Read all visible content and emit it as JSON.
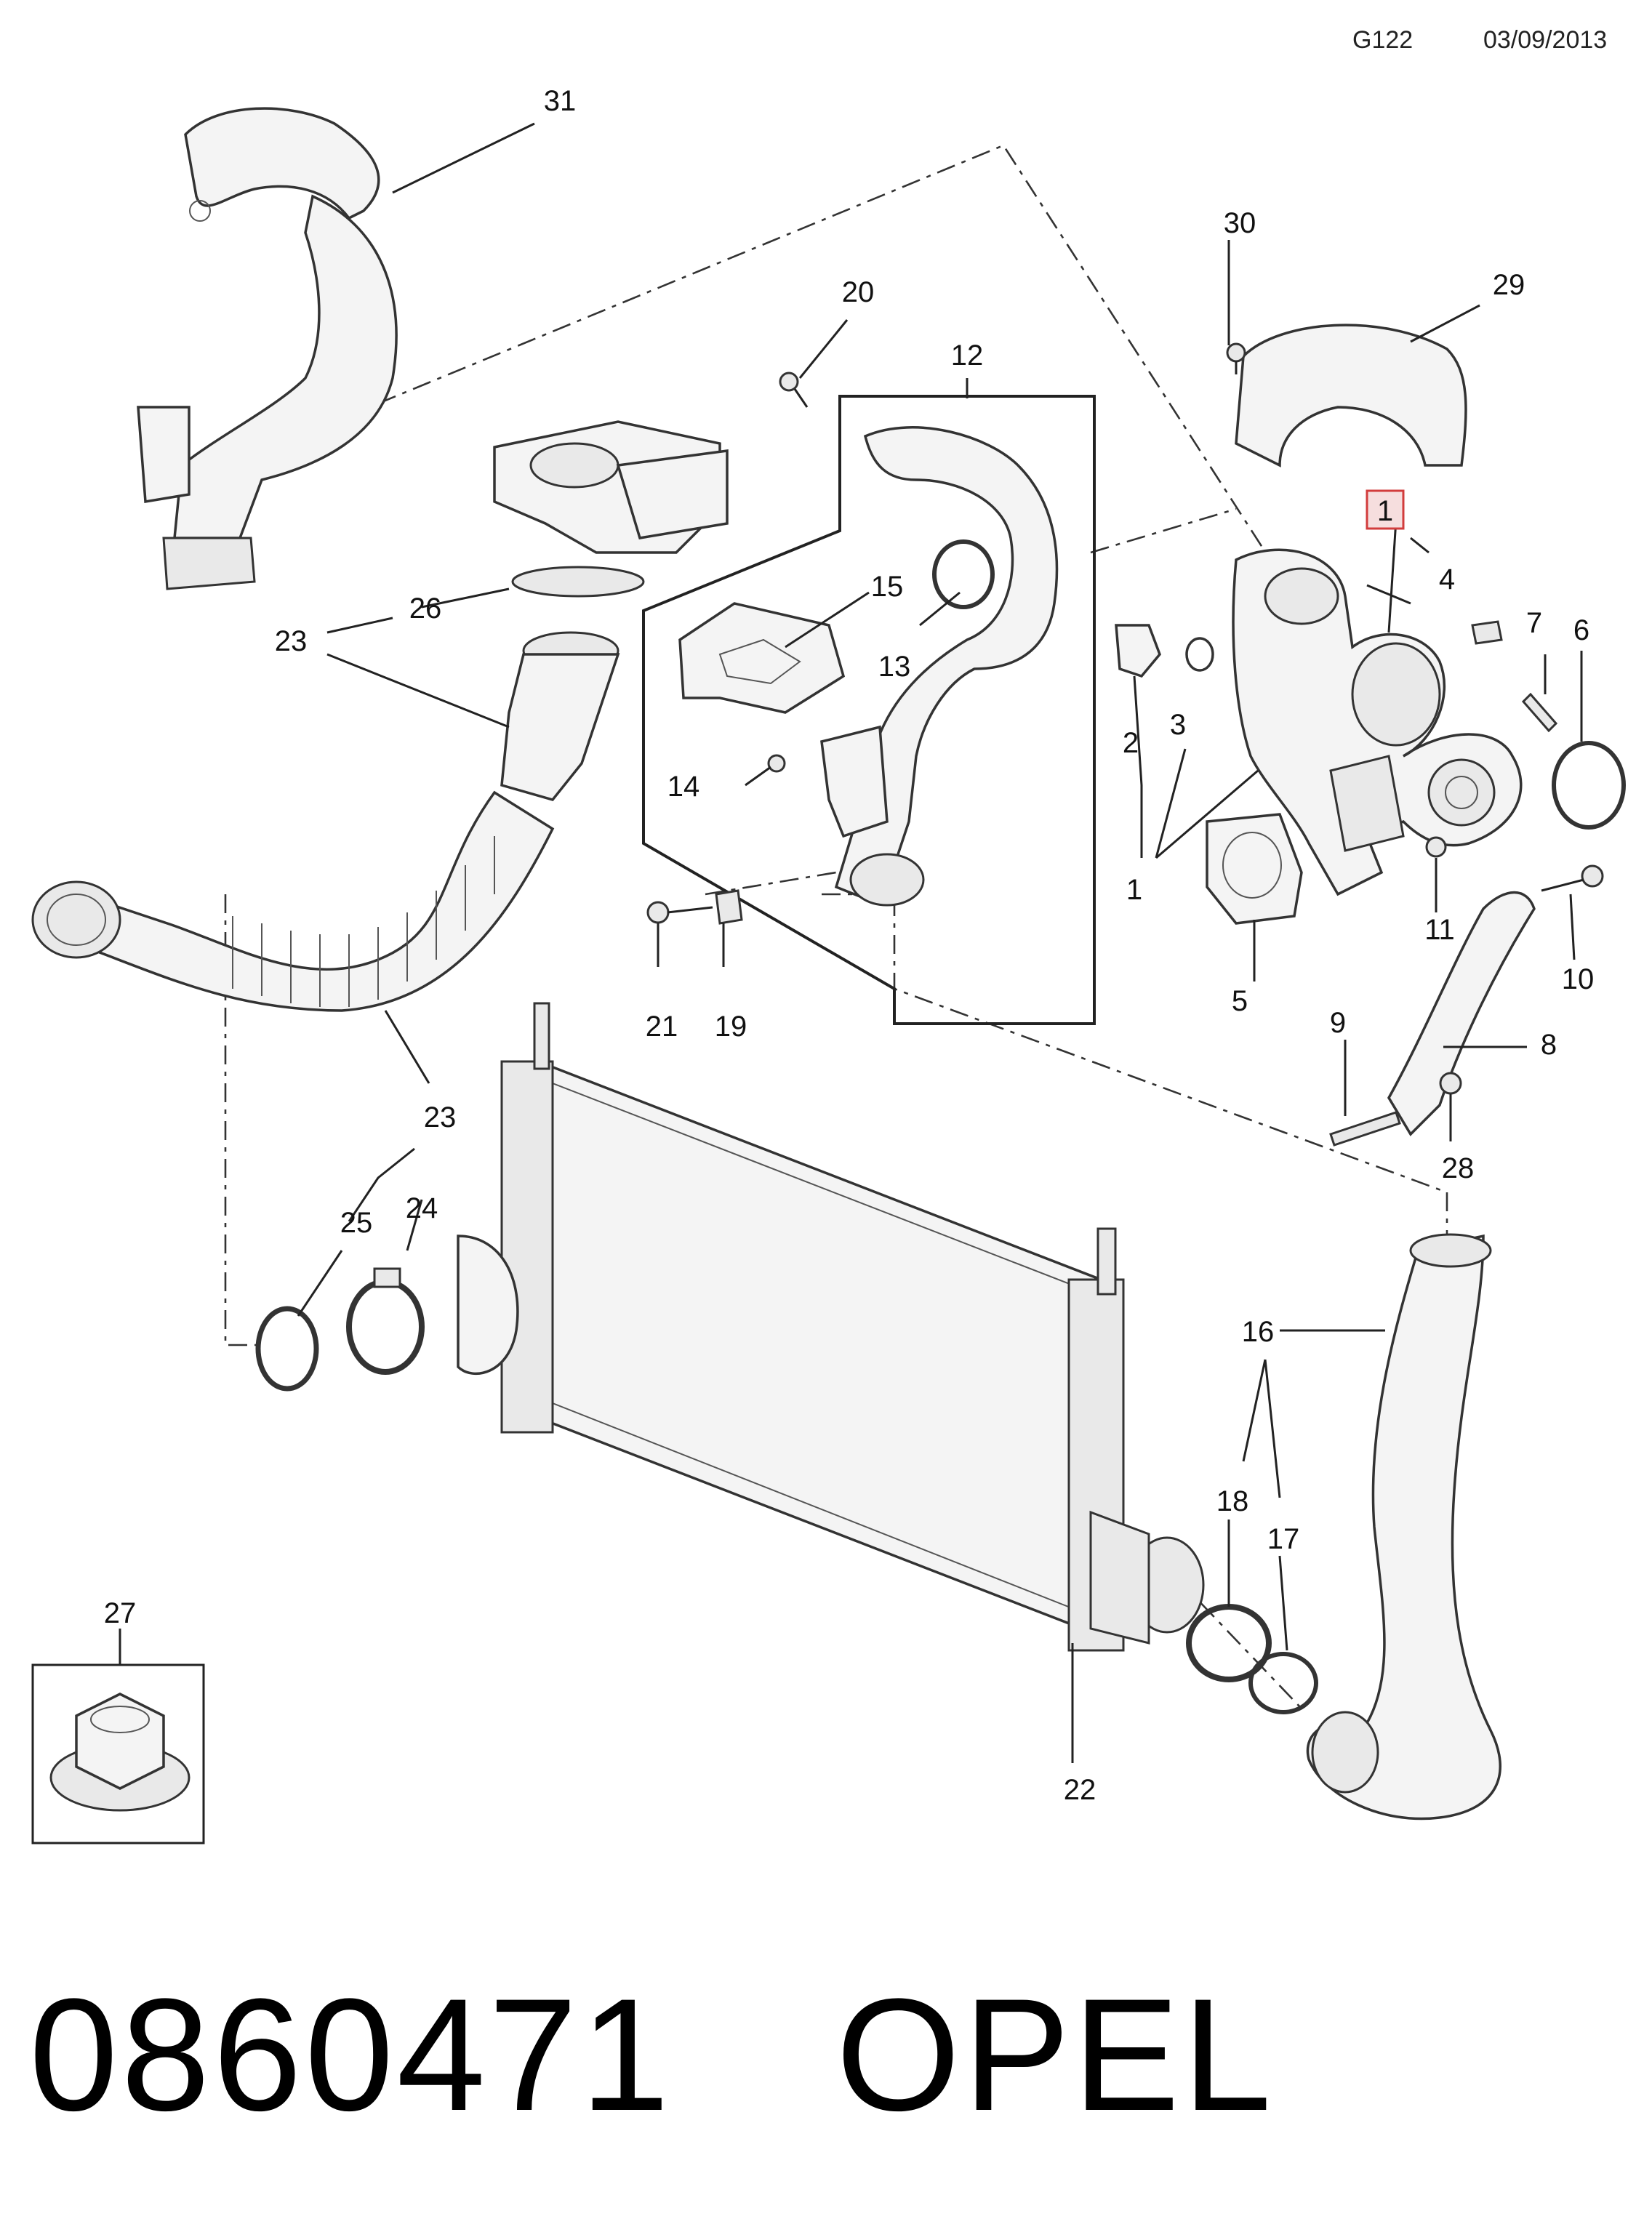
{
  "header": {
    "code": "G122",
    "date": "03/09/2013"
  },
  "callouts": [
    "1",
    "2",
    "3",
    "4",
    "5",
    "6",
    "7",
    "8",
    "9",
    "10",
    "11",
    "12",
    "13",
    "14",
    "15",
    "16",
    "17",
    "18",
    "19",
    "20",
    "21",
    "22",
    "23",
    "24",
    "25",
    "26",
    "27",
    "28",
    "29",
    "30",
    "31"
  ],
  "repeated_labels": {
    "1": "1",
    "23": "23"
  },
  "highlighted_callout": "1",
  "colors": {
    "highlight_fill": "#f6dede",
    "highlight_stroke": "#d23c3c",
    "line": "#222222"
  },
  "footer": {
    "part_number": "0860471",
    "brand": "OPEL"
  }
}
